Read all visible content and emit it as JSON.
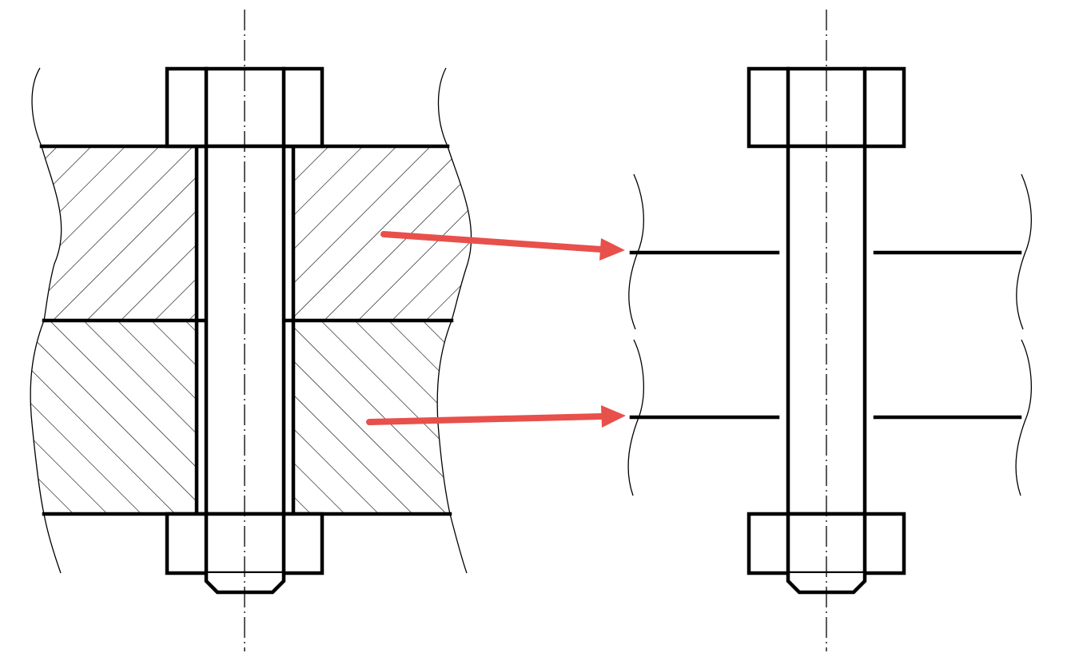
{
  "figure": {
    "views": [
      {
        "id": "section-view",
        "description_name": "sectioned-bolted-joint"
      },
      {
        "id": "outline-view",
        "description_name": "bolt-outline-with-plate-interfaces"
      }
    ],
    "arrow_color": "#e8504b",
    "line_color": "#000000",
    "background": "#ffffff"
  }
}
